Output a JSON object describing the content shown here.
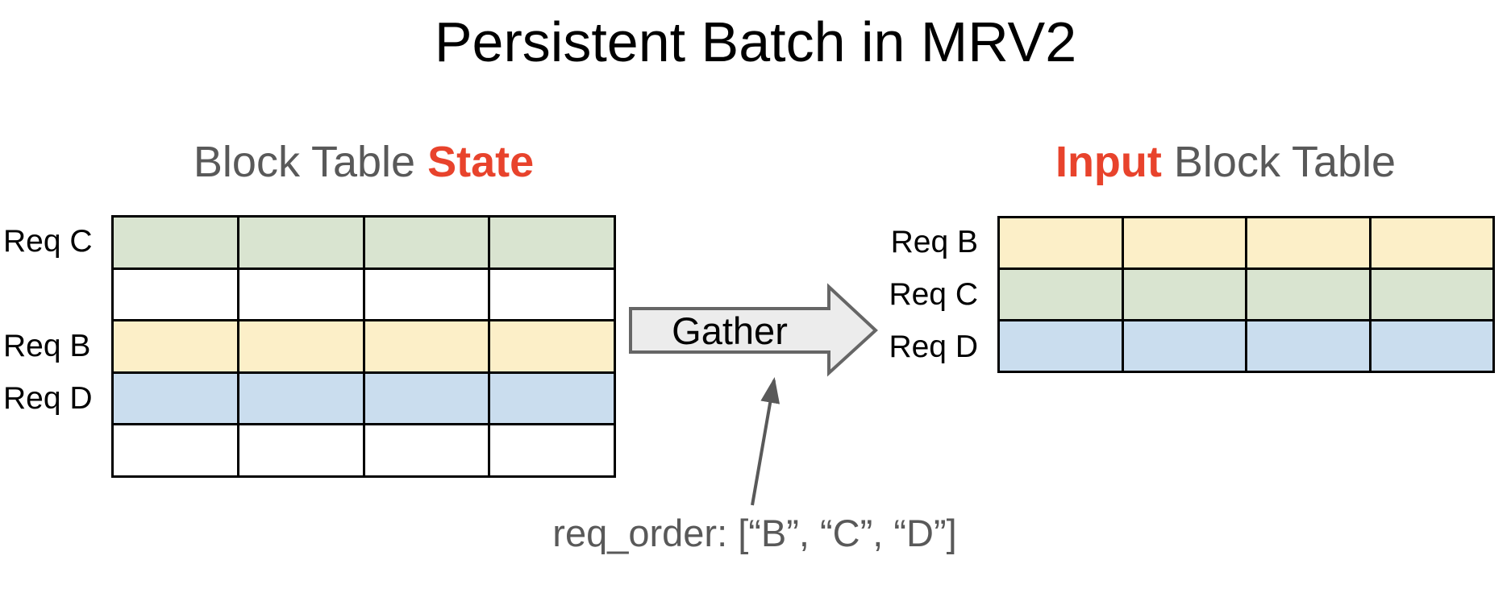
{
  "title": "Persistent Batch in MRV2",
  "colors": {
    "green": "#D9E4D0",
    "yellow": "#FCEFC8",
    "blue": "#CADDEE",
    "white": "#FFFFFF",
    "red_accent": "#E8432C",
    "gray_text": "#595959",
    "arrow_fill": "#ECECEC",
    "arrow_border": "#666666",
    "table_border": "#000000"
  },
  "left_table": {
    "heading": {
      "prefix": "Block Table ",
      "highlight": "State"
    },
    "columns": 4,
    "rows": [
      {
        "label": "Req C",
        "color": "green"
      },
      {
        "label": "",
        "color": "white"
      },
      {
        "label": "Req B",
        "color": "yellow"
      },
      {
        "label": "Req D",
        "color": "blue"
      },
      {
        "label": "",
        "color": "white"
      }
    ]
  },
  "right_table": {
    "heading": {
      "highlight": "Input",
      "suffix": " Block Table"
    },
    "columns": 4,
    "rows": [
      {
        "label": "Req B",
        "color": "yellow"
      },
      {
        "label": "Req C",
        "color": "green"
      },
      {
        "label": "Req D",
        "color": "blue"
      }
    ]
  },
  "gather_arrow": {
    "label": "Gather"
  },
  "annotation": {
    "text": "req_order: [“B”, “C”, “D”]"
  }
}
